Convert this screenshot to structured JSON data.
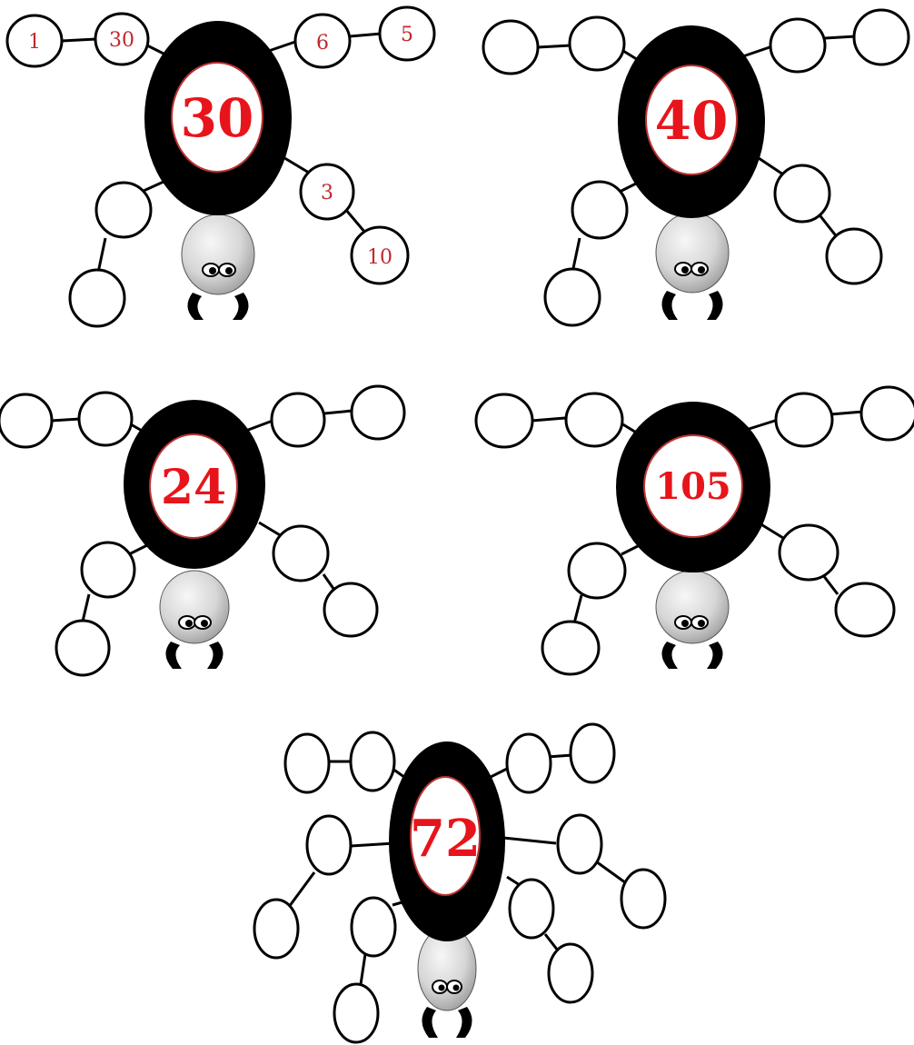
{
  "spiders": [
    {
      "id": "spider-30",
      "number": "30",
      "filled": [
        "1",
        "30",
        "6",
        "5",
        "3",
        "10"
      ]
    },
    {
      "id": "spider-40",
      "number": "40",
      "filled": []
    },
    {
      "id": "spider-24",
      "number": "24",
      "filled": []
    },
    {
      "id": "spider-105",
      "number": "105",
      "filled": []
    },
    {
      "id": "spider-72",
      "number": "72",
      "filled": []
    }
  ],
  "colors": {
    "body": "#000000",
    "number": "#e8141b",
    "filled_text": "#c0272d",
    "head_light": "#f2f2f2",
    "head_dark": "#a8a8a8"
  }
}
